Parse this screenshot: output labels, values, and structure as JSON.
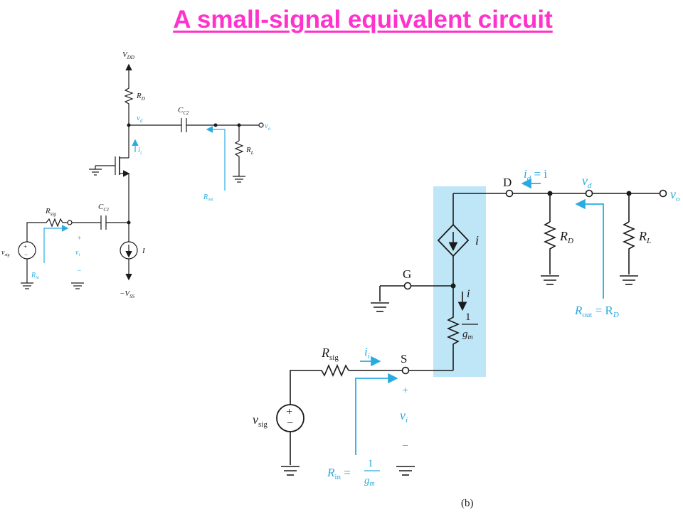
{
  "title": "A small-signal equivalent circuit",
  "colors": {
    "title": "#ff33cc",
    "annotation": "#29abe2",
    "shaded_region": "#bfe6f7",
    "wire": "#1a1a1a"
  },
  "circuit_a": {
    "vdd": "V",
    "vdd_sub": "DD",
    "rd": "R",
    "rd_sub": "D",
    "vd": "v",
    "vd_sub": "d",
    "cc2": "C",
    "cc2_sub": "C2",
    "vo": "v",
    "vo_sub": "o",
    "rl": "R",
    "rl_sub": "L",
    "ii": "i",
    "ii_sub": "i",
    "rout": "R",
    "rout_sub": "out",
    "rsig": "R",
    "rsig_sub": "sig",
    "cc1": "C",
    "cc1_sub": "C1",
    "vsig": "v",
    "vsig_sub": "sig",
    "plus": "+",
    "minus": "−",
    "vi": "v",
    "vi_sub": "i",
    "rin": "R",
    "rin_sub": "in",
    "i_source": "I",
    "vss": "−V",
    "vss_sub": "SS"
  },
  "circuit_b": {
    "node_d": "D",
    "node_g": "G",
    "node_s": "S",
    "id_label": "i",
    "id_sub": "d",
    "id_eq": " = i",
    "vd": "v",
    "vd_sub": "d",
    "vo": "v",
    "vo_sub": "o",
    "rd": "R",
    "rd_sub": "D",
    "rl": "R",
    "rl_sub": "L",
    "dep_source": "i",
    "i_arrow": "i",
    "frac_num": "1",
    "frac_den": "g",
    "frac_den_sub": "m",
    "rsig": "R",
    "rsig_sub": "sig",
    "ii": "i",
    "ii_sub": "i",
    "vsig": "v",
    "vsig_sub": "sig",
    "plus": "+",
    "minus": "−",
    "vi": "v",
    "vi_sub": "i",
    "rout": "R",
    "rout_sub": "out",
    "rout_eq": " = R",
    "rout_eq_sub": "D",
    "rin": "R",
    "rin_sub": "in",
    "rin_eq": " = ",
    "caption": "(b)"
  }
}
